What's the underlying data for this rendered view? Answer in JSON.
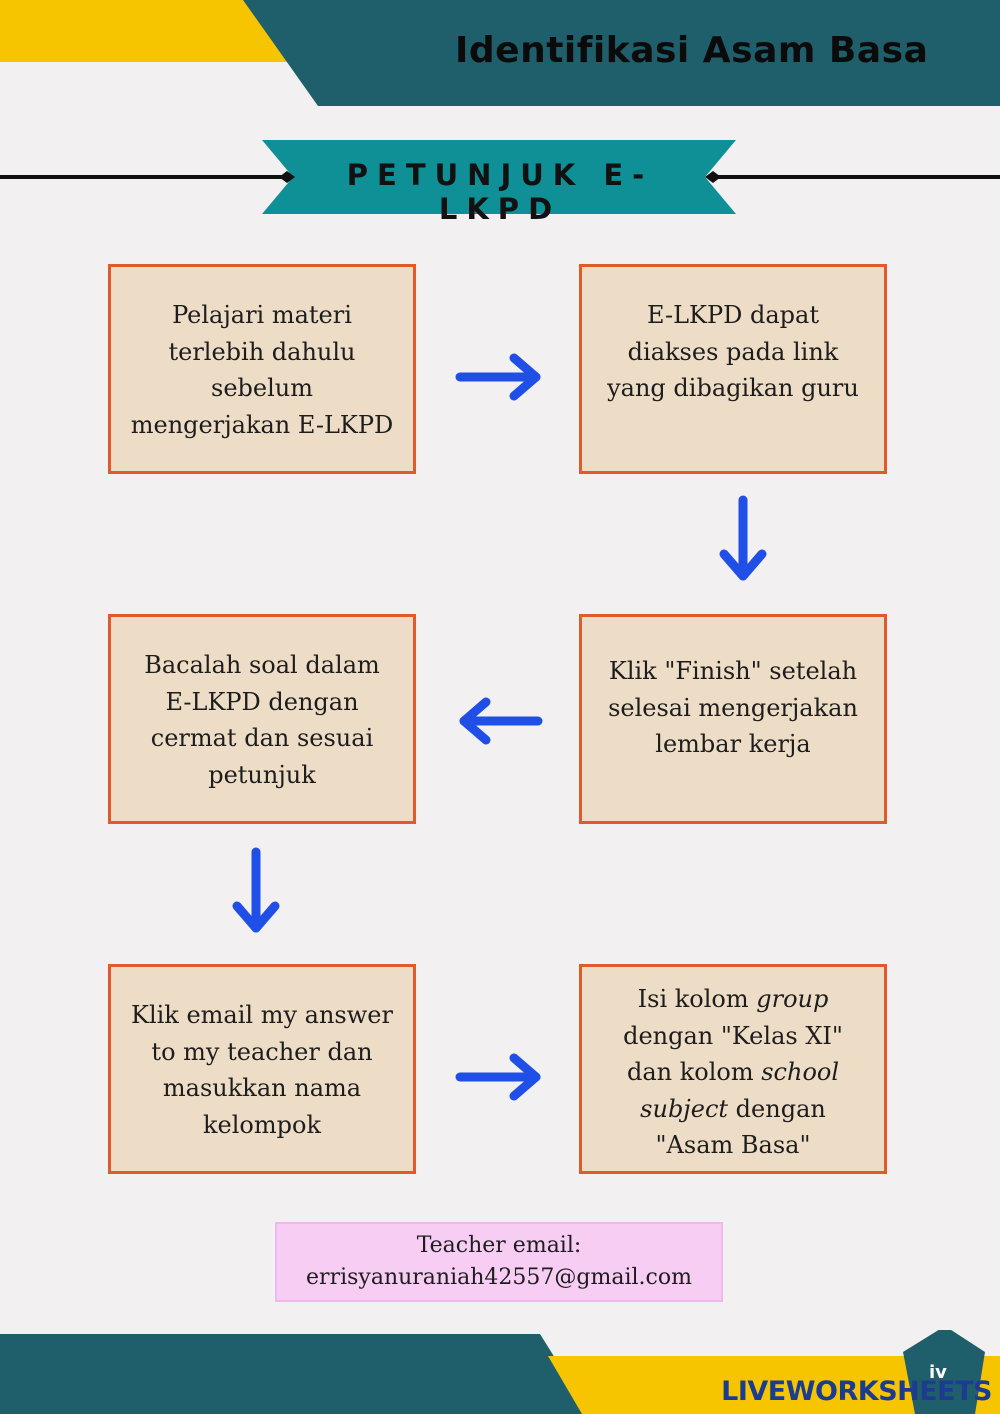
{
  "header": {
    "title": "Identifikasi Asam Basa"
  },
  "ribbon": {
    "label": "PETUNJUK E-LKPD"
  },
  "steps": [
    {
      "lines": [
        "Pelajari materi",
        "terlebih dahulu",
        "sebelum",
        "mengerjakan E-LKPD"
      ]
    },
    {
      "lines": [
        "E-LKPD dapat",
        "diakses pada link",
        "yang dibagikan guru"
      ]
    },
    {
      "lines": [
        "Klik \"Finish\" setelah",
        "selesai mengerjakan",
        "lembar kerja"
      ]
    },
    {
      "lines": [
        "Bacalah soal dalam",
        "E-LKPD dengan",
        "cermat dan sesuai",
        "petunjuk"
      ]
    },
    {
      "lines": [
        "Klik email my answer",
        "to my teacher dan",
        "masukkan nama",
        "kelompok"
      ]
    },
    {
      "line1_a": "Isi kolom ",
      "line1_i": "group",
      "line2": "dengan \"Kelas XI\"",
      "line3_a": "dan kolom ",
      "line3_i": "school",
      "line4_i": "subject",
      "line4_b": " dengan",
      "line5": "\"Asam Basa\""
    }
  ],
  "email": {
    "label": "Teacher email:",
    "address": "errisyanuraniah42557@gmail.com"
  },
  "footer": {
    "brand_badge": "iv",
    "brand_name": "LIVEWORKSHEETS"
  },
  "colors": {
    "teal": "#1f5f6b",
    "yellow": "#f7c400",
    "ribbon": "#0f9096",
    "box_fill": "#eeddc6",
    "box_border": "#e05a2b",
    "arrow": "#1f4fe6",
    "email_fill": "#f8cdf4"
  }
}
